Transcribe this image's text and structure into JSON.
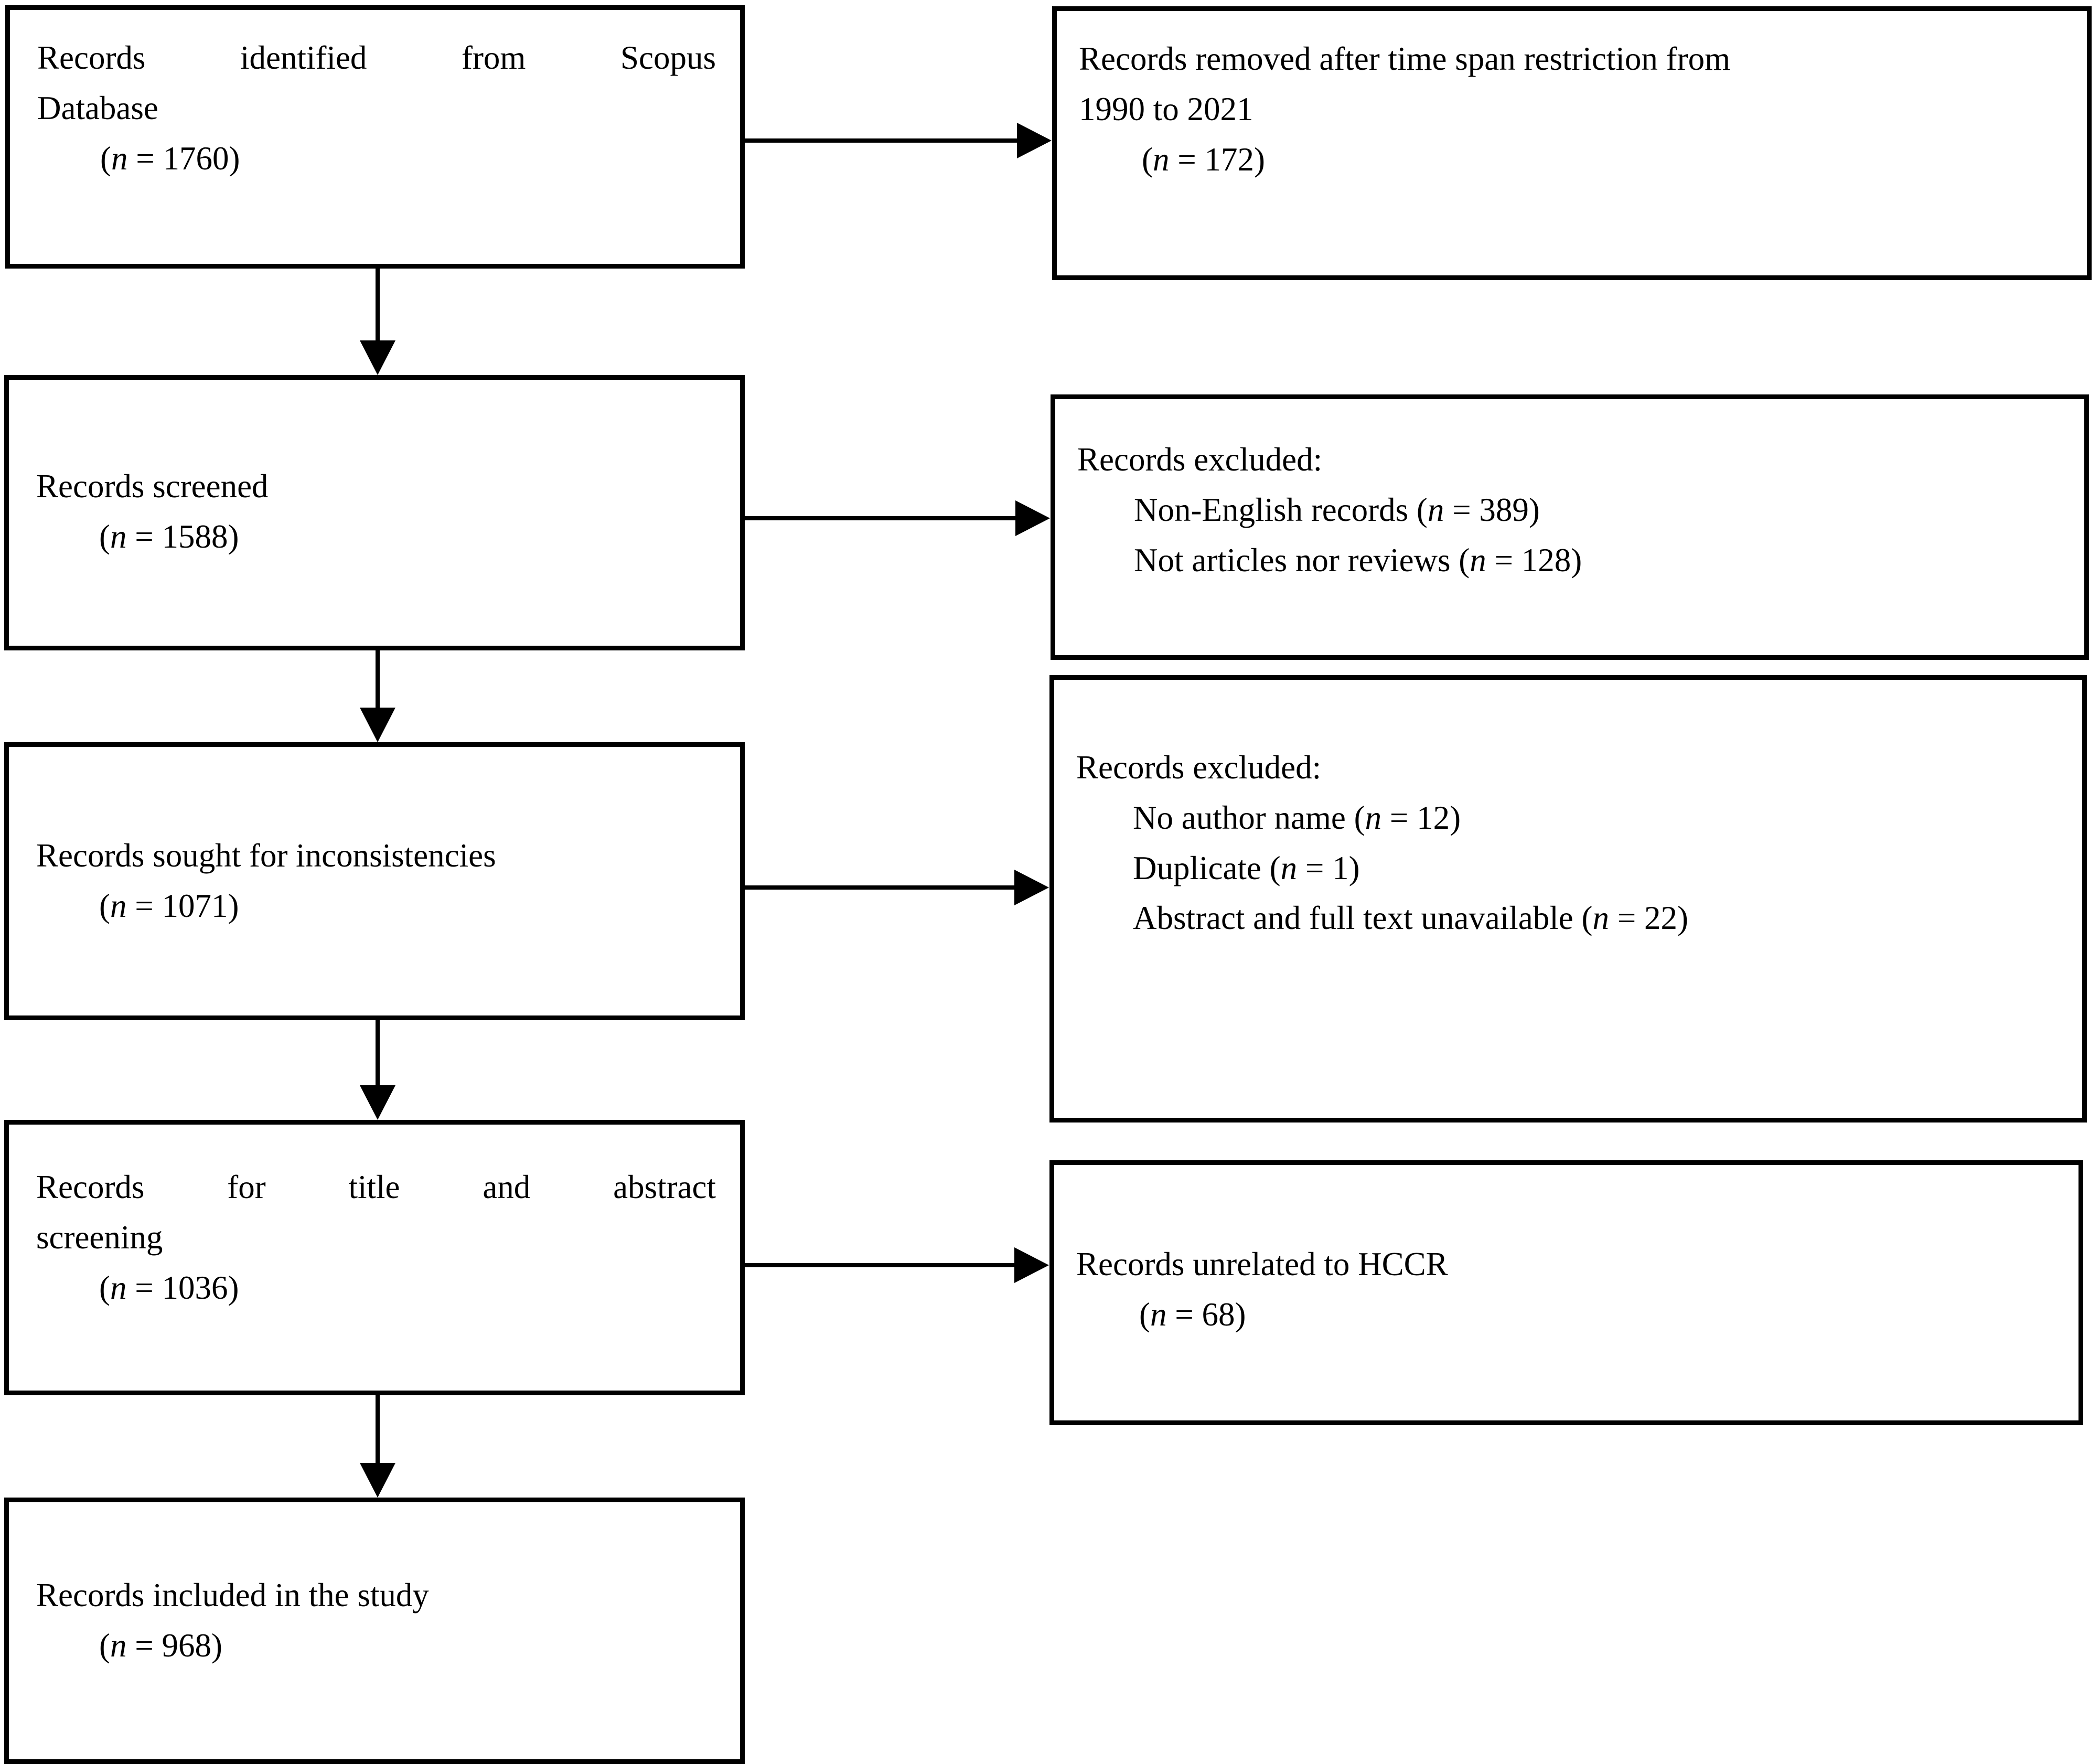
{
  "diagram": {
    "type": "prisma-flow-diagram",
    "left_column": [
      {
        "id": "identified",
        "lines": [
          "Records identified from Scopus",
          "Database"
        ],
        "count_label": "(n = 1760)",
        "n_symbol": "n",
        "count_value": "1760"
      },
      {
        "id": "screened",
        "lines": [
          "Records screened"
        ],
        "count_label": "(n = 1588)",
        "n_symbol": "n",
        "count_value": "1588"
      },
      {
        "id": "sought-inconsistencies",
        "lines": [
          "Records sought for inconsistencies"
        ],
        "count_label": "(n = 1071)",
        "n_symbol": "n",
        "count_value": "1071"
      },
      {
        "id": "title-abstract-screening",
        "lines": [
          "Records for title and abstract",
          "screening"
        ],
        "count_label": "(n = 1036)",
        "n_symbol": "n",
        "count_value": "1036"
      },
      {
        "id": "included",
        "lines": [
          "Records included in the study"
        ],
        "count_label": "(n = 968)",
        "n_symbol": "n",
        "count_value": "968"
      }
    ],
    "right_column": [
      {
        "id": "time-span-removed",
        "heading_lines": [
          "Records removed after time span restriction from",
          "1990 to 2021"
        ],
        "count_label": "(n = 172)",
        "items": []
      },
      {
        "id": "excluded-language-type",
        "heading_lines": [
          "Records excluded:"
        ],
        "items": [
          {
            "text": "Non-English records",
            "count_label": "(n = 389)"
          },
          {
            "text": "Not articles nor reviews",
            "count_label": "(n = 128)"
          }
        ]
      },
      {
        "id": "excluded-metadata",
        "heading_lines": [
          "Records excluded:"
        ],
        "items": [
          {
            "text": "No author name",
            "count_label": "(n = 12)"
          },
          {
            "text": "Duplicate",
            "count_label": "(n = 1)"
          },
          {
            "text": "Abstract and full text unavailable",
            "count_label": "(n = 22)"
          }
        ]
      },
      {
        "id": "unrelated-hccr",
        "heading_lines": [
          "Records unrelated to HCCR"
        ],
        "count_label": "(n = 68)",
        "items": []
      }
    ],
    "colors": {
      "stroke": "#000000",
      "fill": "#ffffff",
      "text": "#000000"
    }
  }
}
